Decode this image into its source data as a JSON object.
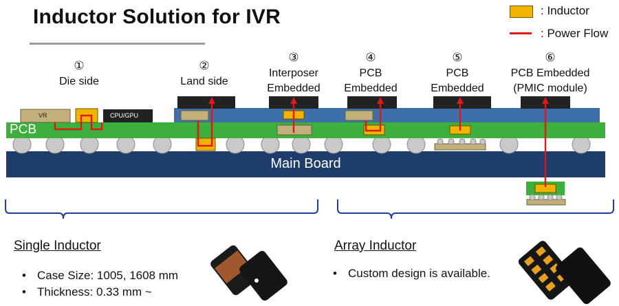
{
  "title": "Inductor Solution for IVR",
  "legend": {
    "inductor_label": ": Inductor",
    "power_flow_label": ": Power Flow"
  },
  "options": [
    {
      "number": "①",
      "lines": [
        "Die side"
      ]
    },
    {
      "number": "②",
      "lines": [
        "Land side"
      ]
    },
    {
      "number": "③",
      "lines": [
        "Interposer",
        "Embedded"
      ]
    },
    {
      "number": "④",
      "lines": [
        "PCB",
        "Embedded"
      ]
    },
    {
      "number": "⑤",
      "lines": [
        "PCB",
        "Embedded"
      ]
    },
    {
      "number": "⑥",
      "lines": [
        "PCB Embedded",
        "(PMIC module)"
      ]
    }
  ],
  "diagram": {
    "pcb_label": "PCB",
    "main_board_label": "Main Board",
    "vr_label": "VR",
    "cpu_label": "CPU/GPU"
  },
  "single": {
    "heading": "Single Inductor",
    "bullets": [
      "Case Size: 1005, 1608 mm",
      "Thickness: 0.33 mm ~"
    ]
  },
  "array": {
    "heading": "Array Inductor",
    "bullets": [
      "Custom design is available."
    ]
  },
  "colors": {
    "pcb": "#3caf3c",
    "main_board": "#1f3d6b",
    "interposer": "#3d6fa8",
    "inductor": "#f0b400",
    "power_flow": "#e01818"
  }
}
